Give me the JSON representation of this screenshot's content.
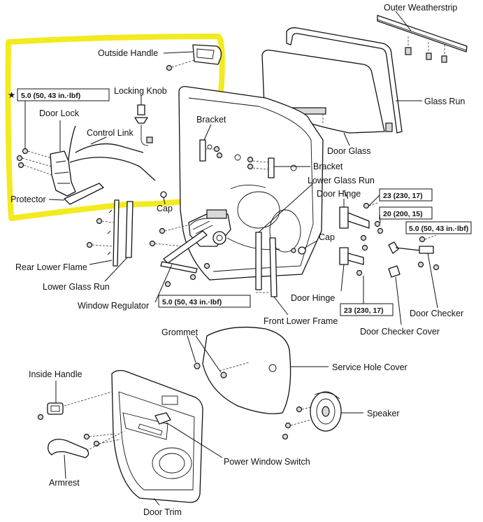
{
  "labels": {
    "outer_weatherstrip": "Outer Weatherstrip",
    "outside_handle": "Outside Handle",
    "locking_knob": "Locking Knob",
    "glass_run": "Glass Run",
    "door_lock": "Door Lock",
    "control_link": "Control Link",
    "bracket_upper": "Bracket",
    "door_glass": "Door Glass",
    "bracket_right": "Bracket",
    "protector": "Protector",
    "cap_left": "Cap",
    "lower_glass_run_right": "Lower Glass Run",
    "door_hinge_upper": "Door Hinge",
    "cap_right": "Cap",
    "rear_lower_flame": "Rear Lower Flame",
    "lower_glass_run_left": "Lower Glass Run",
    "window_regulator": "Window Regulator",
    "door_hinge_lower": "Door Hinge",
    "front_lower_frame": "Front Lower Frame",
    "door_checker": "Door Checker",
    "door_checker_cover": "Door Checker Cover",
    "grommet": "Grommet",
    "service_hole_cover": "Service Hole Cover",
    "inside_handle": "Inside Handle",
    "speaker": "Speaker",
    "power_window_switch": "Power Window Switch",
    "armrest": "Armrest",
    "door_trim": "Door Trim"
  },
  "torques": {
    "door_lock_torque": "5.0 (50, 43 in.·lbf)",
    "regulator_torque": "5.0 (50, 43 in.·lbf)",
    "hinge_torque_1": "23 (230, 17)",
    "hinge_torque_2": "20 (200, 15)",
    "checker_torque": "5.0 (50, 43 in.·lbf)",
    "hinge_torque_3": "23 (230, 17)"
  },
  "marks": {
    "star": "★"
  },
  "colors": {
    "highlight": "#f3ea1f",
    "line": "#111111"
  }
}
